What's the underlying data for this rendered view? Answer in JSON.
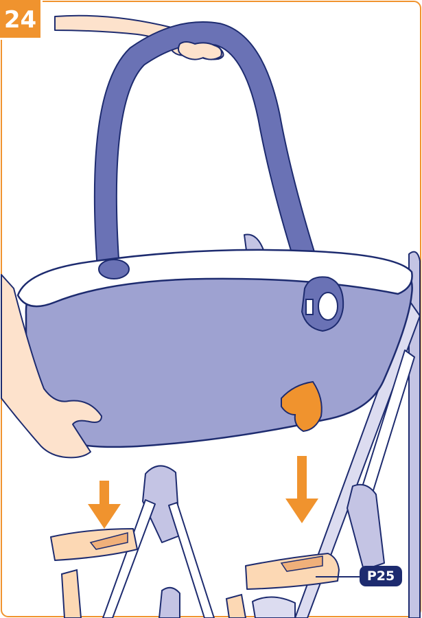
{
  "step": {
    "number": "24"
  },
  "reference": {
    "label": "P25"
  },
  "colors": {
    "frame_orange": "#f0932e",
    "carrycot_blue": "#9ea2d1",
    "handle_blue": "#6a72b5",
    "outline_navy": "#1d2b6f",
    "skin": "#fde2cc",
    "adapter_peach": "#fcd8b4",
    "frame_lavender": "#c4c4e4",
    "arrow_orange": "#f0932e"
  },
  "icons": [
    "step-number-badge",
    "down-arrow-icon",
    "reference-badge"
  ]
}
